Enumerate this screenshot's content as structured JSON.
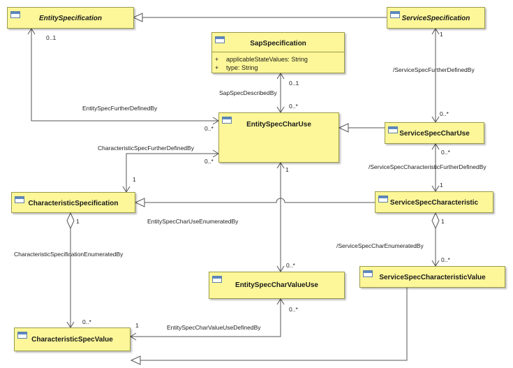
{
  "classes": {
    "entity_specification": "EntitySpecification",
    "service_specification": "ServiceSpecification",
    "sap_specification": "SapSpecification",
    "entity_spec_char_use": "EntitySpecCharUse",
    "service_spec_char_use": "ServiceSpecCharUse",
    "characteristic_specification": "CharacteristicSpecification",
    "service_spec_characteristic": "ServiceSpecCharacteristic",
    "entity_spec_char_value_use": "EntitySpecCharValueUse",
    "service_spec_characteristic_value": "ServiceSpecCharacteristicValue",
    "characteristic_spec_value": "CharacteristicSpecValue"
  },
  "sap_attributes": [
    {
      "visibility": "+",
      "text": "applicableStateValues: String"
    },
    {
      "visibility": "+",
      "text": "type: String"
    }
  ],
  "associations": {
    "entity_spec_further_defined_by": "EntitySpecFurtherDefinedBy",
    "service_spec_further_defined_by": "/ServiceSpecFurtherDefinedBy",
    "sap_spec_described_by": "SapSpecDescribedBy",
    "characteristic_spec_further_defined_by": "CharacteristicSpecFurtherDefinedBy",
    "service_spec_characteristic_further_defined_by": "/ServiceSpecCharacteristicFurtherDefinedBy",
    "entity_spec_char_use_enumerated_by": "EntitySpecCharUseEnumeratedBy",
    "characteristic_specification_enumerated_by": "CharacteristicSpecificationEnumeratedBy",
    "service_spec_char_enumerated_by": "/ServiceSpecCharEnumeratedBy",
    "entity_spec_char_value_use_defined_by": "EntitySpecCharValueUseDefinedBy"
  },
  "multiplicities": {
    "m_0_1": "0..1",
    "m_1": "1",
    "m_0_many": "0..*"
  }
}
